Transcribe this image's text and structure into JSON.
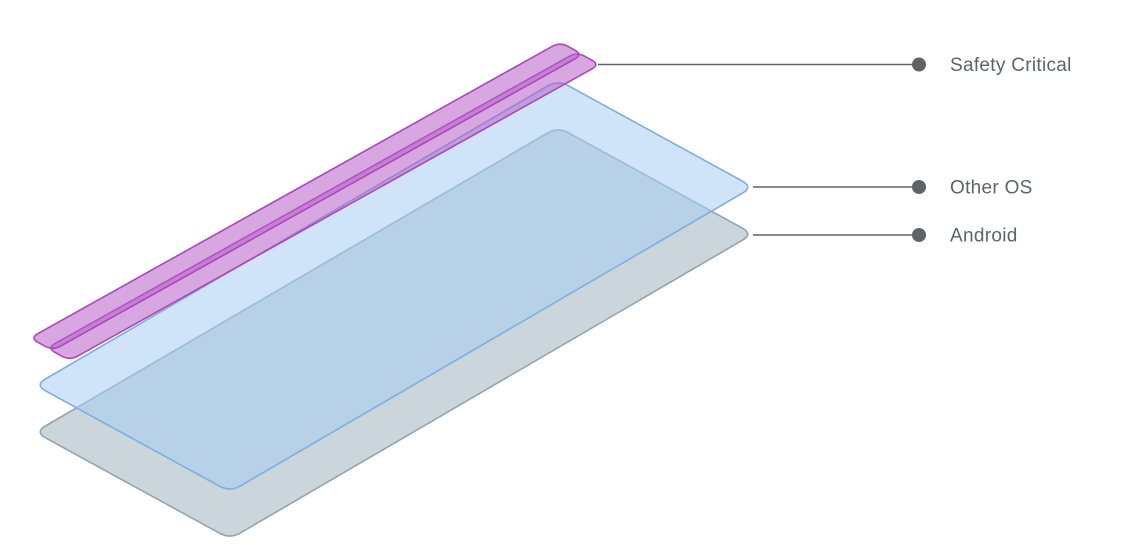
{
  "diagram": {
    "background": "#ffffff",
    "layers": [
      {
        "id": "safety-critical",
        "label": "Safety Critical",
        "fill": "#b85fc9",
        "fill_opacity": "0.55",
        "stroke": "#a74ab8"
      },
      {
        "id": "other-os",
        "label": "Other OS",
        "fill": "#a8cdf2",
        "fill_opacity": "0.55",
        "stroke": "#7faedc"
      },
      {
        "id": "android",
        "label": "Android",
        "fill": "#9fb3bf",
        "fill_opacity": "0.55",
        "stroke": "#93a4af"
      }
    ],
    "callout": {
      "line_color": "#5f6368",
      "dot_color": "#5f6368",
      "text_color": "#5f6368"
    }
  }
}
